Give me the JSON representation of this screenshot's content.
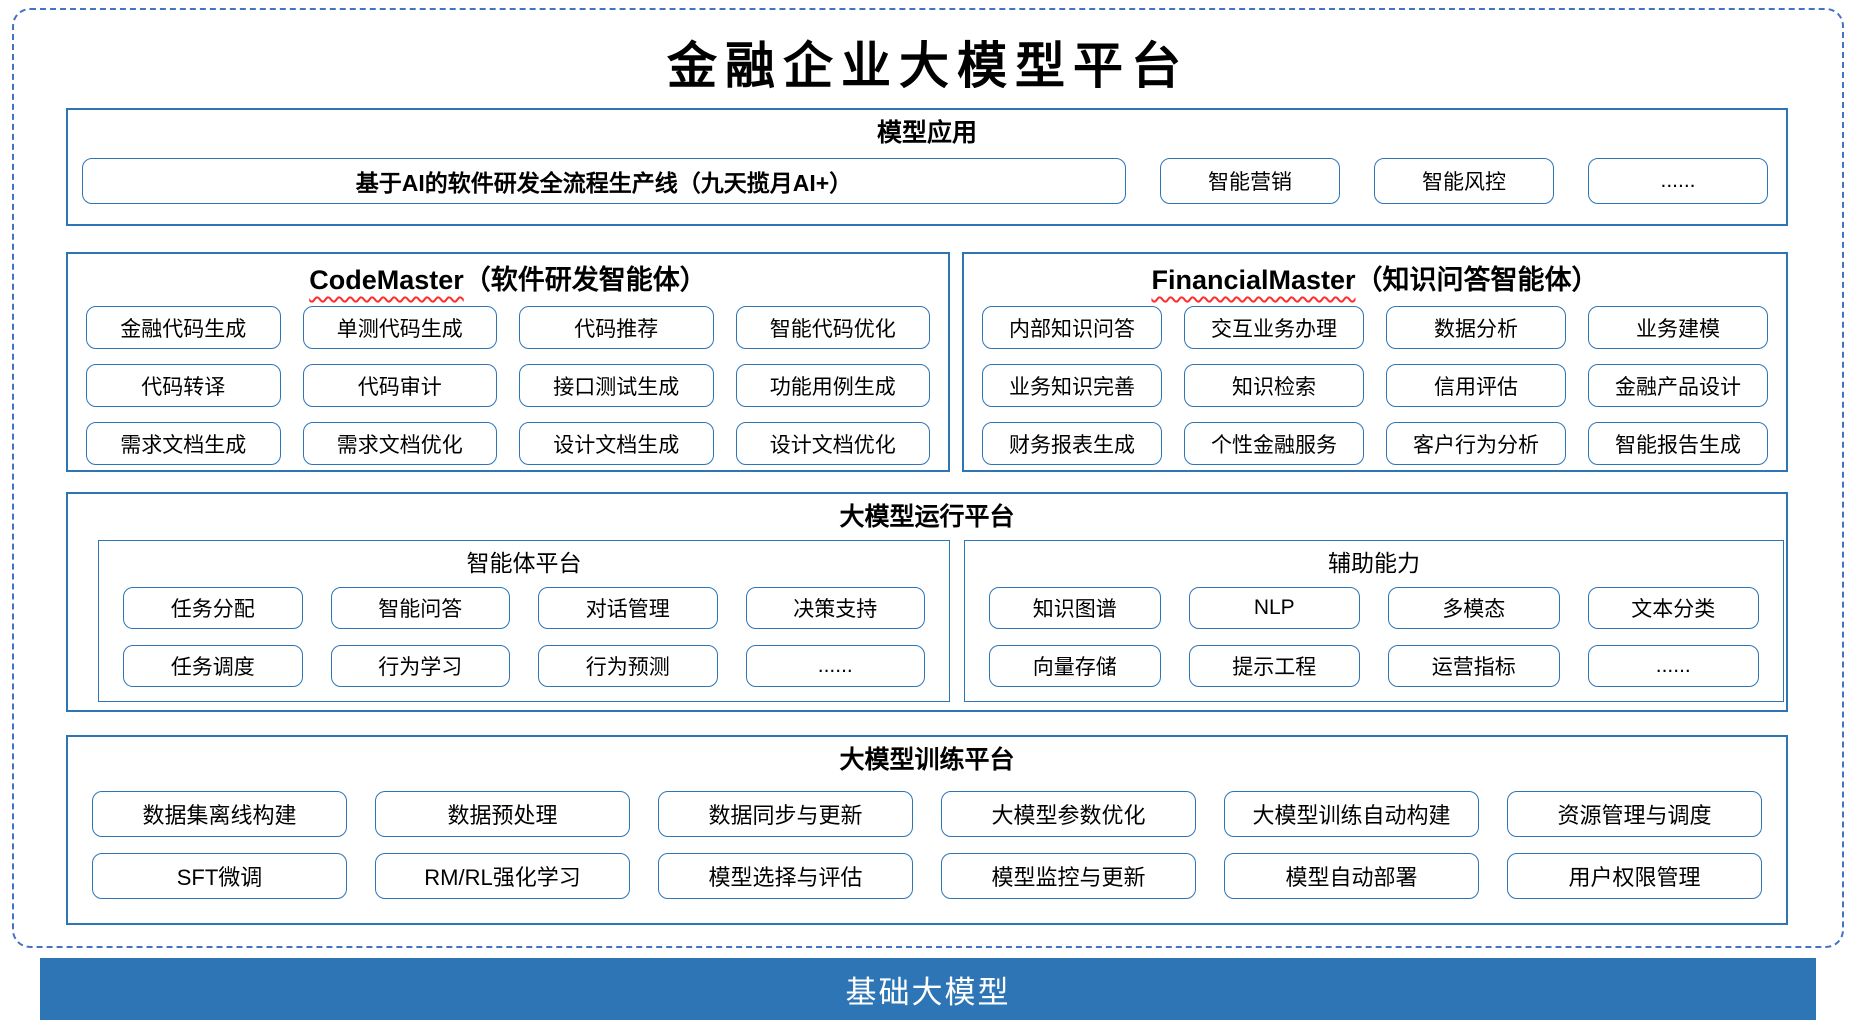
{
  "title": "金融企业大模型平台",
  "colors": {
    "accent": "#2E75B6",
    "dashed_border": "#4472C4",
    "squiggle": "#FF2D2D",
    "base_bar_bg": "#2E75B6"
  },
  "model_app": {
    "header": "模型应用",
    "main_item": "基于AI的软件研发全流程生产线（九天揽月AI+）",
    "items": [
      "智能营销",
      "智能风控",
      "......"
    ]
  },
  "agents": [
    {
      "name_en": "CodeMaster",
      "name_zh": "（软件研发智能体）",
      "items": [
        "金融代码生成",
        "单测代码生成",
        "代码推荐",
        "智能代码优化",
        "代码转译",
        "代码审计",
        "接口测试生成",
        "功能用例生成",
        "需求文档生成",
        "需求文档优化",
        "设计文档生成",
        "设计文档优化"
      ]
    },
    {
      "name_en": "FinancialMaster",
      "name_zh": "（知识问答智能体）",
      "items": [
        "内部知识问答",
        "交互业务办理",
        "数据分析",
        "业务建模",
        "业务知识完善",
        "知识检索",
        "信用评估",
        "金融产品设计",
        "财务报表生成",
        "个性金融服务",
        "客户行为分析",
        "智能报告生成"
      ]
    }
  ],
  "runtime_platform": {
    "header": "大模型运行平台",
    "groups": [
      {
        "header": "智能体平台",
        "items": [
          "任务分配",
          "智能问答",
          "对话管理",
          "决策支持",
          "任务调度",
          "行为学习",
          "行为预测",
          "......"
        ]
      },
      {
        "header": "辅助能力",
        "items": [
          "知识图谱",
          "NLP",
          "多模态",
          "文本分类",
          "向量存储",
          "提示工程",
          "运营指标",
          "......"
        ]
      }
    ]
  },
  "training_platform": {
    "header": "大模型训练平台",
    "items": [
      "数据集离线构建",
      "数据预处理",
      "数据同步与更新",
      "大模型参数优化",
      "大模型训练自动构建",
      "资源管理与调度",
      "SFT微调",
      "RM/RL强化学习",
      "模型选择与评估",
      "模型监控与更新",
      "模型自动部署",
      "用户权限管理"
    ]
  },
  "base_model_bar": {
    "label": "基础大模型"
  }
}
